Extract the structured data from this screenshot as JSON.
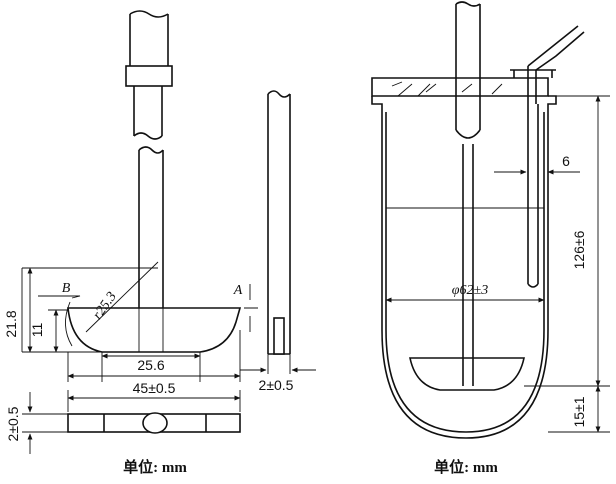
{
  "left_figure": {
    "labels": {
      "h_total": "21.8",
      "h_inner": "11",
      "radius": "r25.3",
      "point_b": "B",
      "point_a": "A",
      "w_inner": "25.6",
      "w_outer": "45±0.5",
      "blade_thick": "2±0.5",
      "side_thick": "2±0.5"
    },
    "unit_label": "单位: mm"
  },
  "right_figure": {
    "labels": {
      "diameter": "φ62±3",
      "height": "126±6",
      "offset": "6",
      "clearance": "15±1"
    },
    "unit_label": "单位: mm"
  }
}
